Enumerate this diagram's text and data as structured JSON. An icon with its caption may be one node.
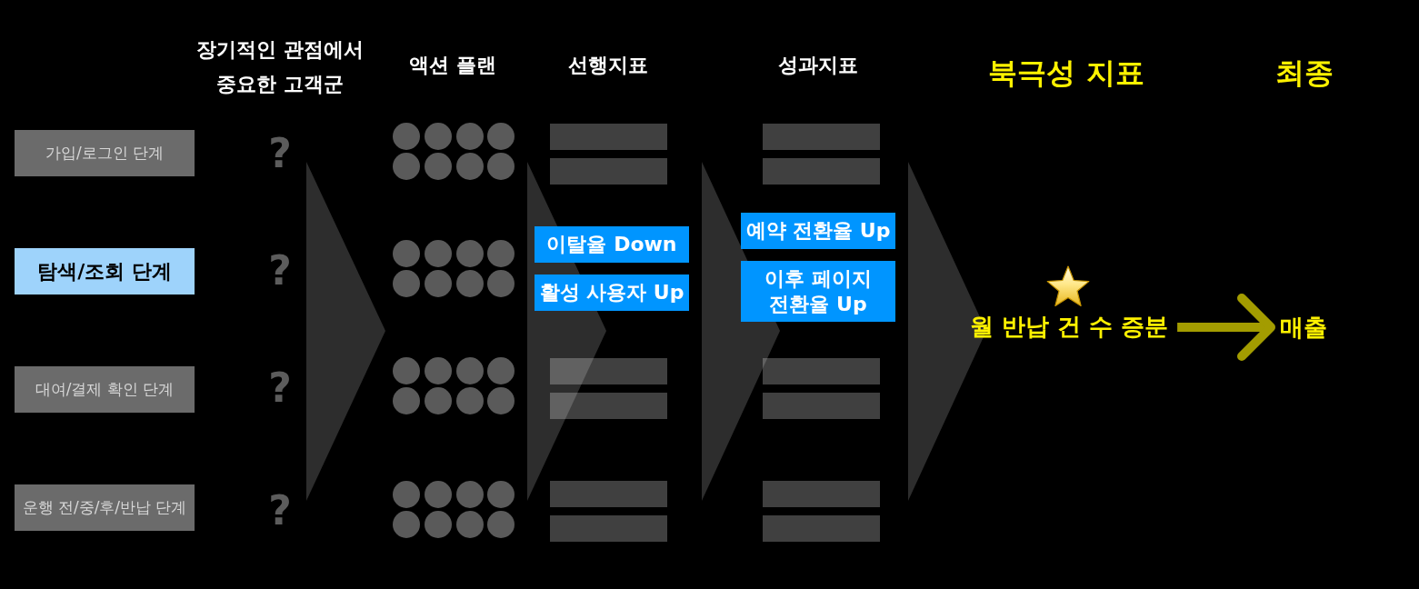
{
  "diagram": {
    "nodes": [
      {
        "text": [
          "가입/로그인 단계"
        ]
      },
      {
        "text": [
          "탐색/조회 단계"
        ]
      },
      {
        "text": [
          "대여/결제 확인 단계"
        ]
      },
      {
        "text": [
          "운행 전/중/후/반납 단계"
        ]
      },
      {
        "text": [],
        "shape": "bar"
      },
      {
        "text": [],
        "shape": "bar"
      },
      {
        "text": [
          "이탈율 Down"
        ]
      },
      {
        "text": [
          "활성 사용자 Up"
        ]
      },
      {
        "text": [],
        "shape": "bar"
      },
      {
        "text": [],
        "shape": "bar"
      },
      {
        "text": [],
        "shape": "bar"
      },
      {
        "text": [],
        "shape": "bar"
      },
      {
        "text": [],
        "shape": "bar"
      },
      {
        "text": [],
        "shape": "bar"
      },
      {
        "text": [
          "예약 전환율 Up"
        ]
      },
      {
        "text": [
          "이후 페이지 전환율 Up"
        ]
      },
      {
        "text": [],
        "shape": "bar"
      },
      {
        "text": [],
        "shape": "bar"
      },
      {
        "text": [],
        "shape": "bar"
      },
      {
        "text": [],
        "shape": "bar"
      },
      {
        "text": [
          "월 반납 건 수 증분"
        ]
      },
      {
        "text": [
          "매출"
        ]
      }
    ],
    "edges": [
      {
        "from": 20,
        "to": 21,
        "arrow": "to"
      }
    ],
    "labels": [
      "장기적인 관점에서 중요한 고객군",
      "액션 플랜",
      "선행지표",
      "성과지표",
      "북극성 지표",
      "최종",
      "?",
      "?",
      "?",
      "?"
    ]
  }
}
